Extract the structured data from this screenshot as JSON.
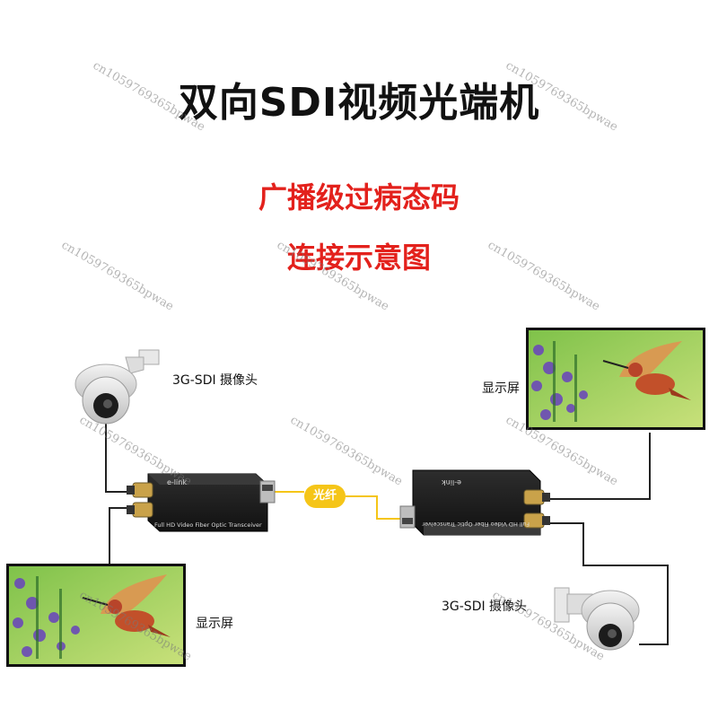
{
  "title": "双向SDI视频光端机",
  "subtitle1": "广播级过病态码",
  "subtitle2": "连接示意图",
  "labels": {
    "camera_top": "3G-SDI 摄像头",
    "monitor_top": "显示屏",
    "monitor_bottom": "显示屏",
    "camera_bottom": "3G-SDI 摄像头",
    "fiber": "光纤"
  },
  "device": {
    "brand": "e-link",
    "model": "Full HD Video Fiber Optic Transceiver"
  },
  "watermark": "cn1059769365bpwae",
  "colors": {
    "title": "#111111",
    "accent_red": "#e3211c",
    "fiber_yellow": "#f5c518",
    "device_body": "#1c1c1c"
  }
}
